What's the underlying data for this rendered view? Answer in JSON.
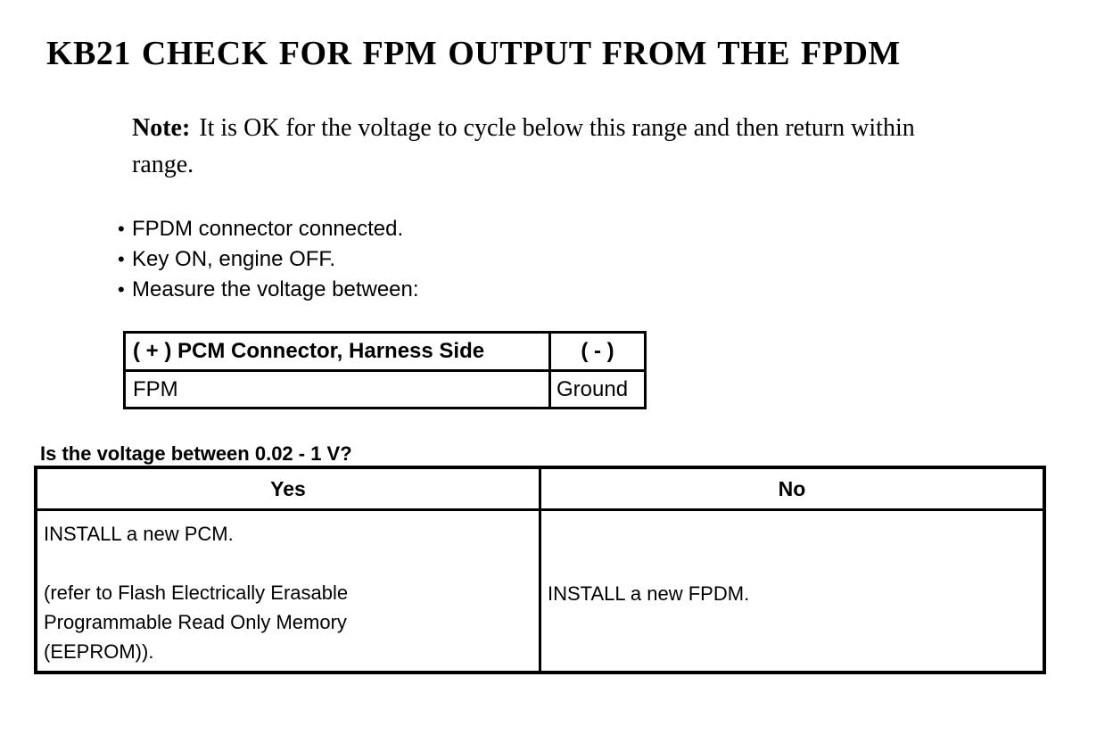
{
  "document": {
    "title": "KB21 CHECK FOR FPM OUTPUT FROM THE FPDM",
    "note": {
      "label": "Note:",
      "text": "It is OK for the voltage to cycle below this range and then return within\nrange."
    },
    "bullet_icon": "•",
    "bullets": [
      "FPDM connector connected.",
      "Key ON, engine OFF.",
      "Measure the voltage between:"
    ],
    "measurement_table": {
      "header_positive": "( + ) PCM Connector, Harness Side",
      "header_negative": "( - )",
      "row": {
        "positive": "FPM",
        "negative": "Ground"
      }
    },
    "question": "Is the voltage between 0.02 - 1 V?",
    "decision_table": {
      "yes_header": "Yes",
      "no_header": "No",
      "yes_action_1": "INSTALL a new PCM.",
      "yes_action_2": "(refer to Flash Electrically Erasable\nProgrammable Read Only Memory\n(EEPROM)).",
      "no_action": "INSTALL a new FPDM."
    },
    "colors": {
      "text": "#000000",
      "background": "#ffffff"
    }
  }
}
